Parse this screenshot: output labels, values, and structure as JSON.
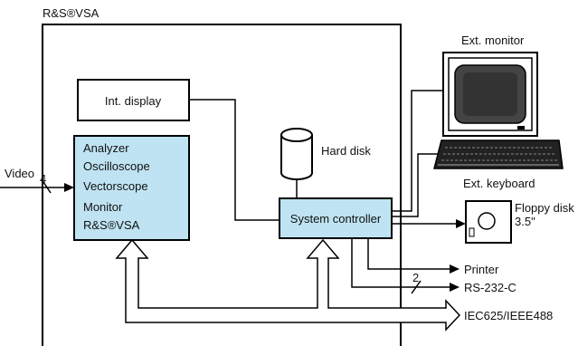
{
  "device_title": "R&S®VSA",
  "int_display": "Int. display",
  "hard_disk": "Hard disk",
  "analyzer_lines": [
    "Analyzer",
    "Oscilloscope",
    "Vectorscope",
    "Monitor",
    "R&S®VSA"
  ],
  "video": "Video",
  "video_bus_width": "4",
  "system_controller": "System controller",
  "ext_monitor": "Ext. monitor",
  "ext_keyboard": "Ext. keyboard",
  "floppy_disk": "Floppy disk",
  "floppy_size": "3.5\"",
  "printer": "Printer",
  "rs232": "RS-232-C",
  "rs232_bus_width": "2",
  "iec_bus": "IEC625/IEEE488",
  "colors": {
    "block_fill": "#bfe3f2",
    "line": "#000000",
    "background": "#ffffff"
  }
}
